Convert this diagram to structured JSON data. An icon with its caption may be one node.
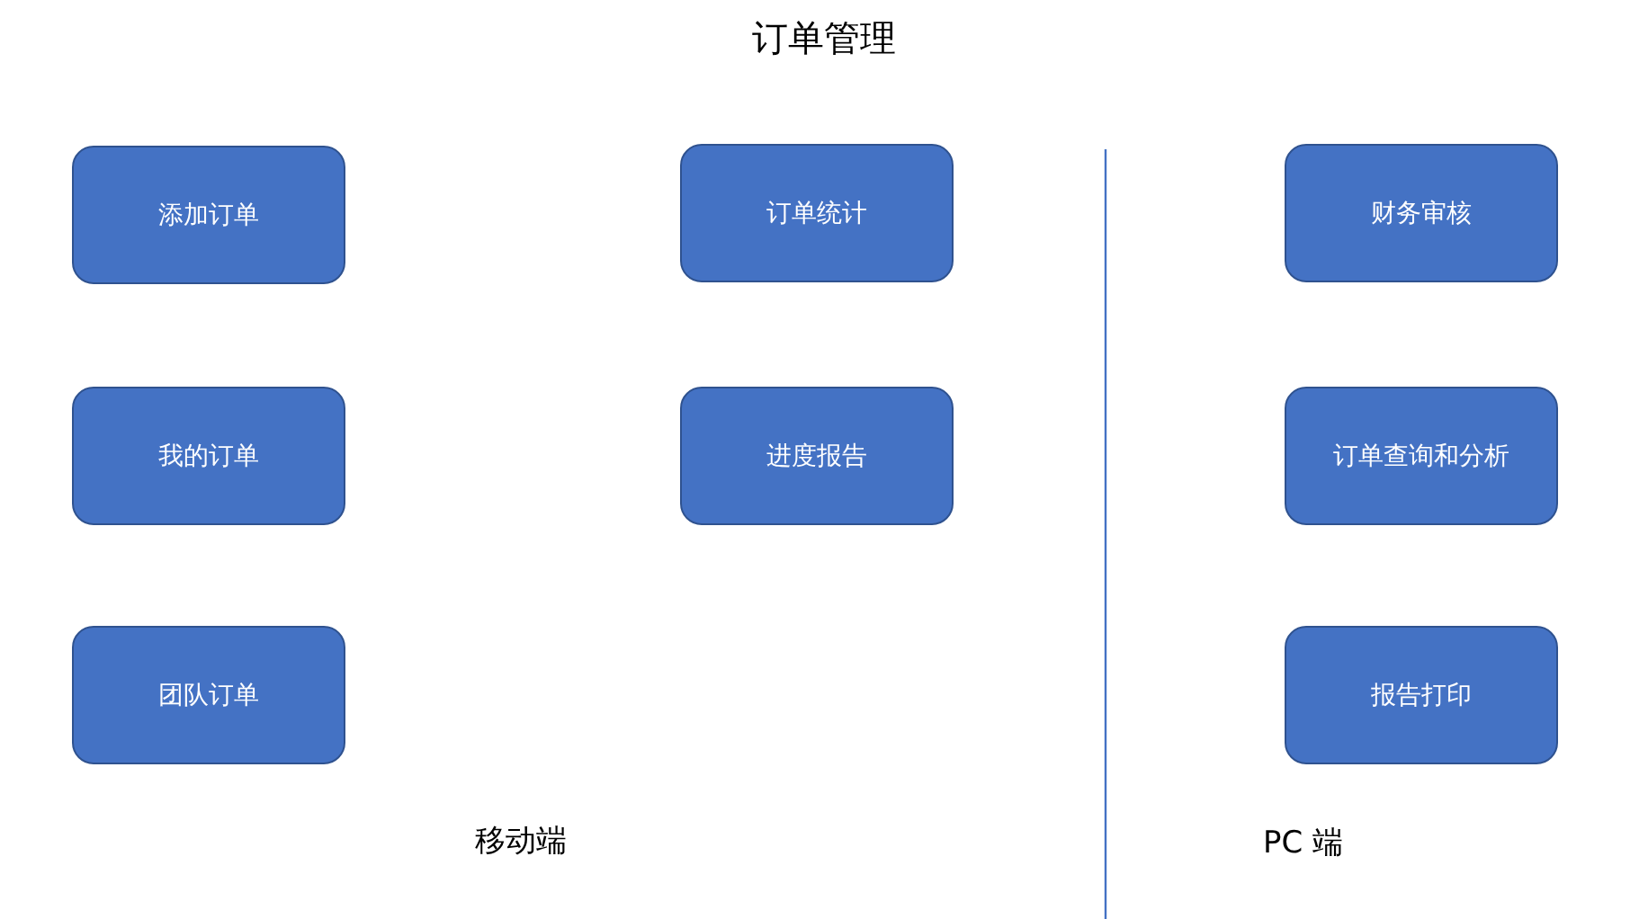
{
  "diagram": {
    "title": "订单管理",
    "nodes": [
      {
        "text": [
          "添加订单"
        ]
      },
      {
        "text": [
          "订单统计"
        ]
      },
      {
        "text": [
          "财务审核"
        ]
      },
      {
        "text": [
          "我的订单"
        ]
      },
      {
        "text": [
          "进度报告"
        ]
      },
      {
        "text": [
          "订单查询和分析"
        ]
      },
      {
        "text": [
          "团队订单"
        ]
      },
      {
        "text": [
          "报告打印"
        ]
      }
    ],
    "labels": [
      "移动端",
      "PC 端"
    ]
  }
}
